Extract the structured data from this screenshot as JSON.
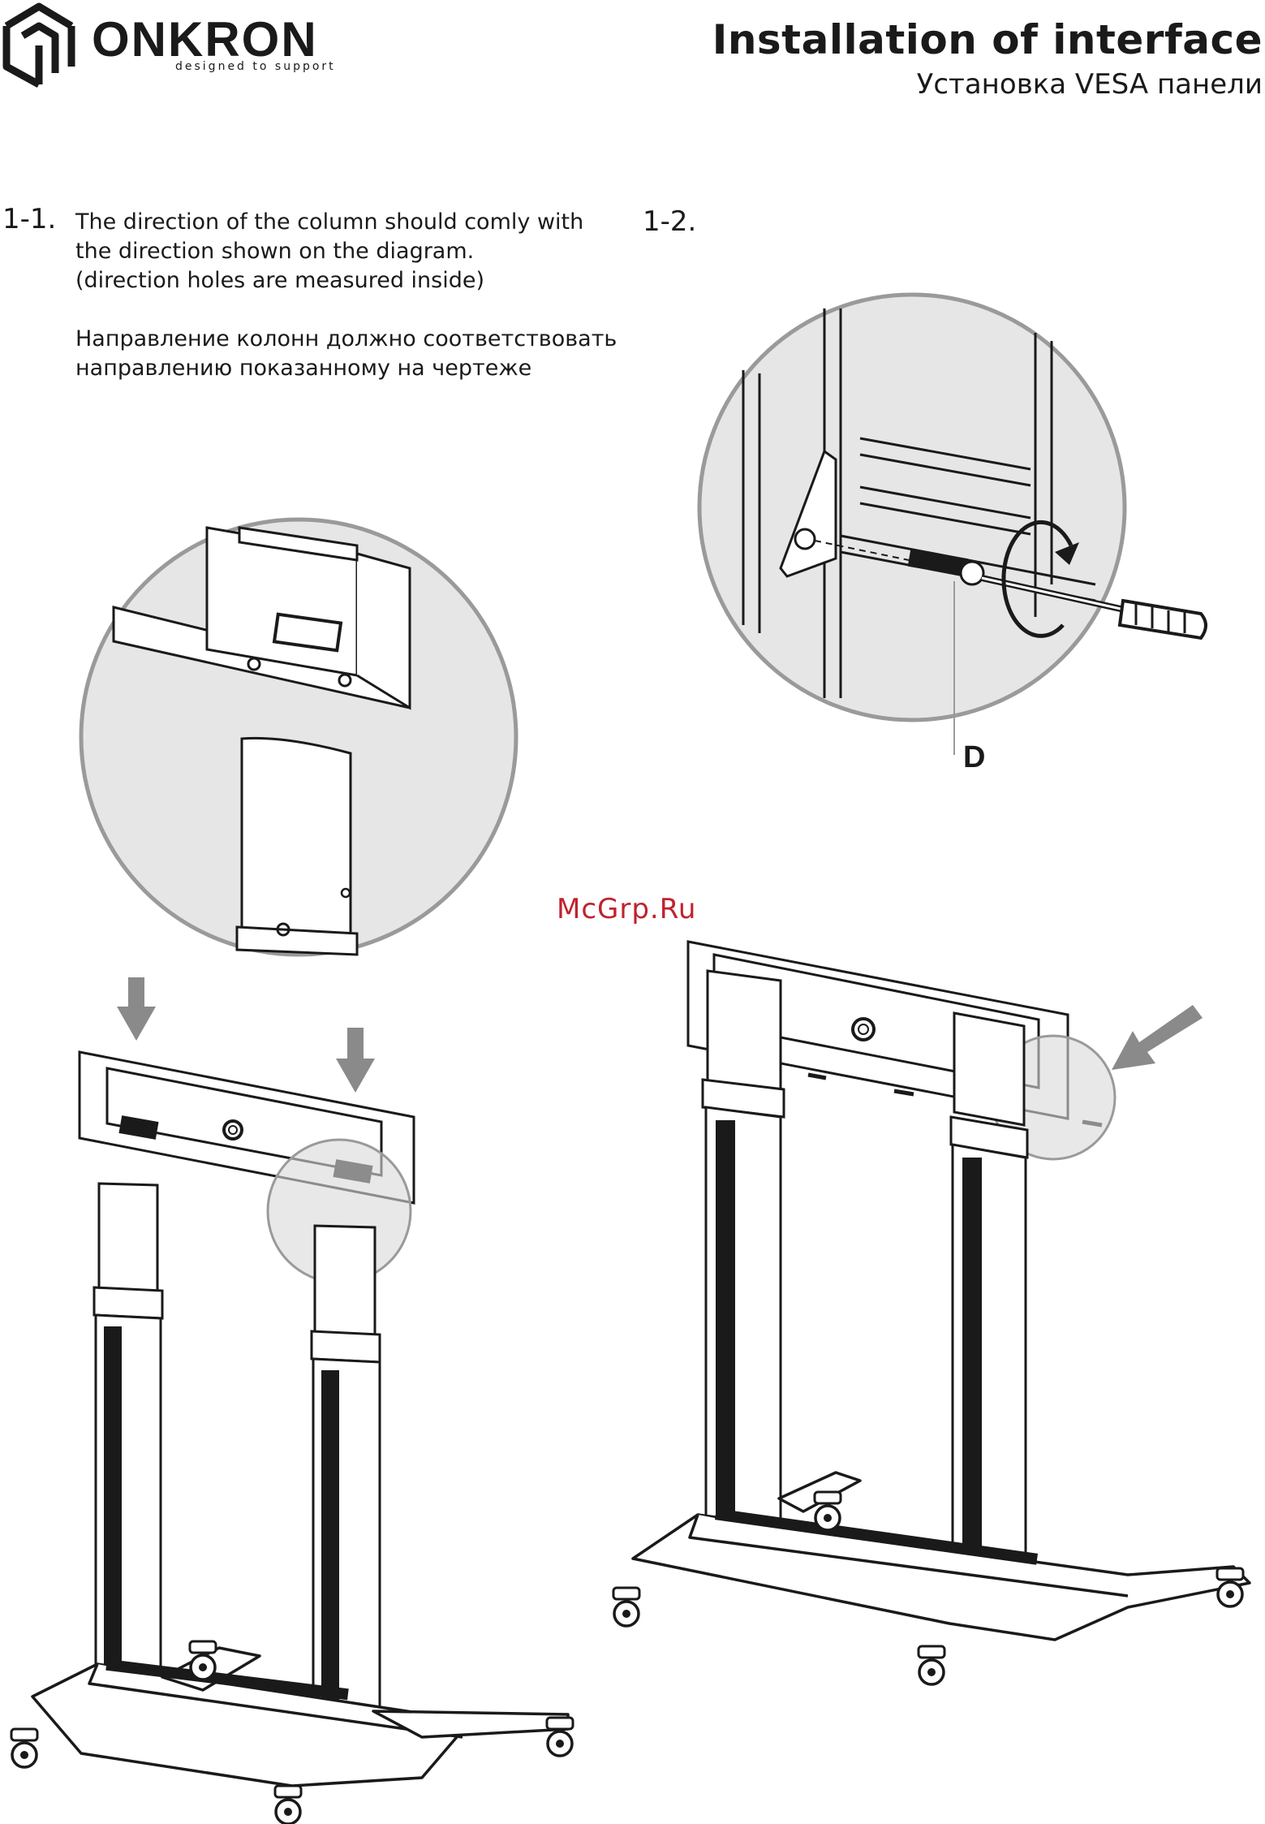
{
  "header": {
    "brand": "ONKRON",
    "tagline": "designed to support",
    "title_en": "Installation of interface",
    "title_ru": "Установка VESA панели"
  },
  "steps": [
    {
      "number": "1-1.",
      "text_en": [
        "The direction of the column should comly with",
        "the direction shown on the diagram.",
        "(direction holes are measured inside)"
      ],
      "text_ru": [
        "Направление колонн должно соответствовать",
        "направлению показанному на чертеже"
      ]
    },
    {
      "number": "1-2."
    }
  ],
  "callout_label": "D",
  "watermark": "McGrp.Ru",
  "colors": {
    "ink": "#1a1a1a",
    "detail_circle_fill": "#e6e6e6",
    "detail_circle_stroke": "#9a9a9a",
    "arrow": "#8a8a8a",
    "watermark": "#c0222e"
  }
}
